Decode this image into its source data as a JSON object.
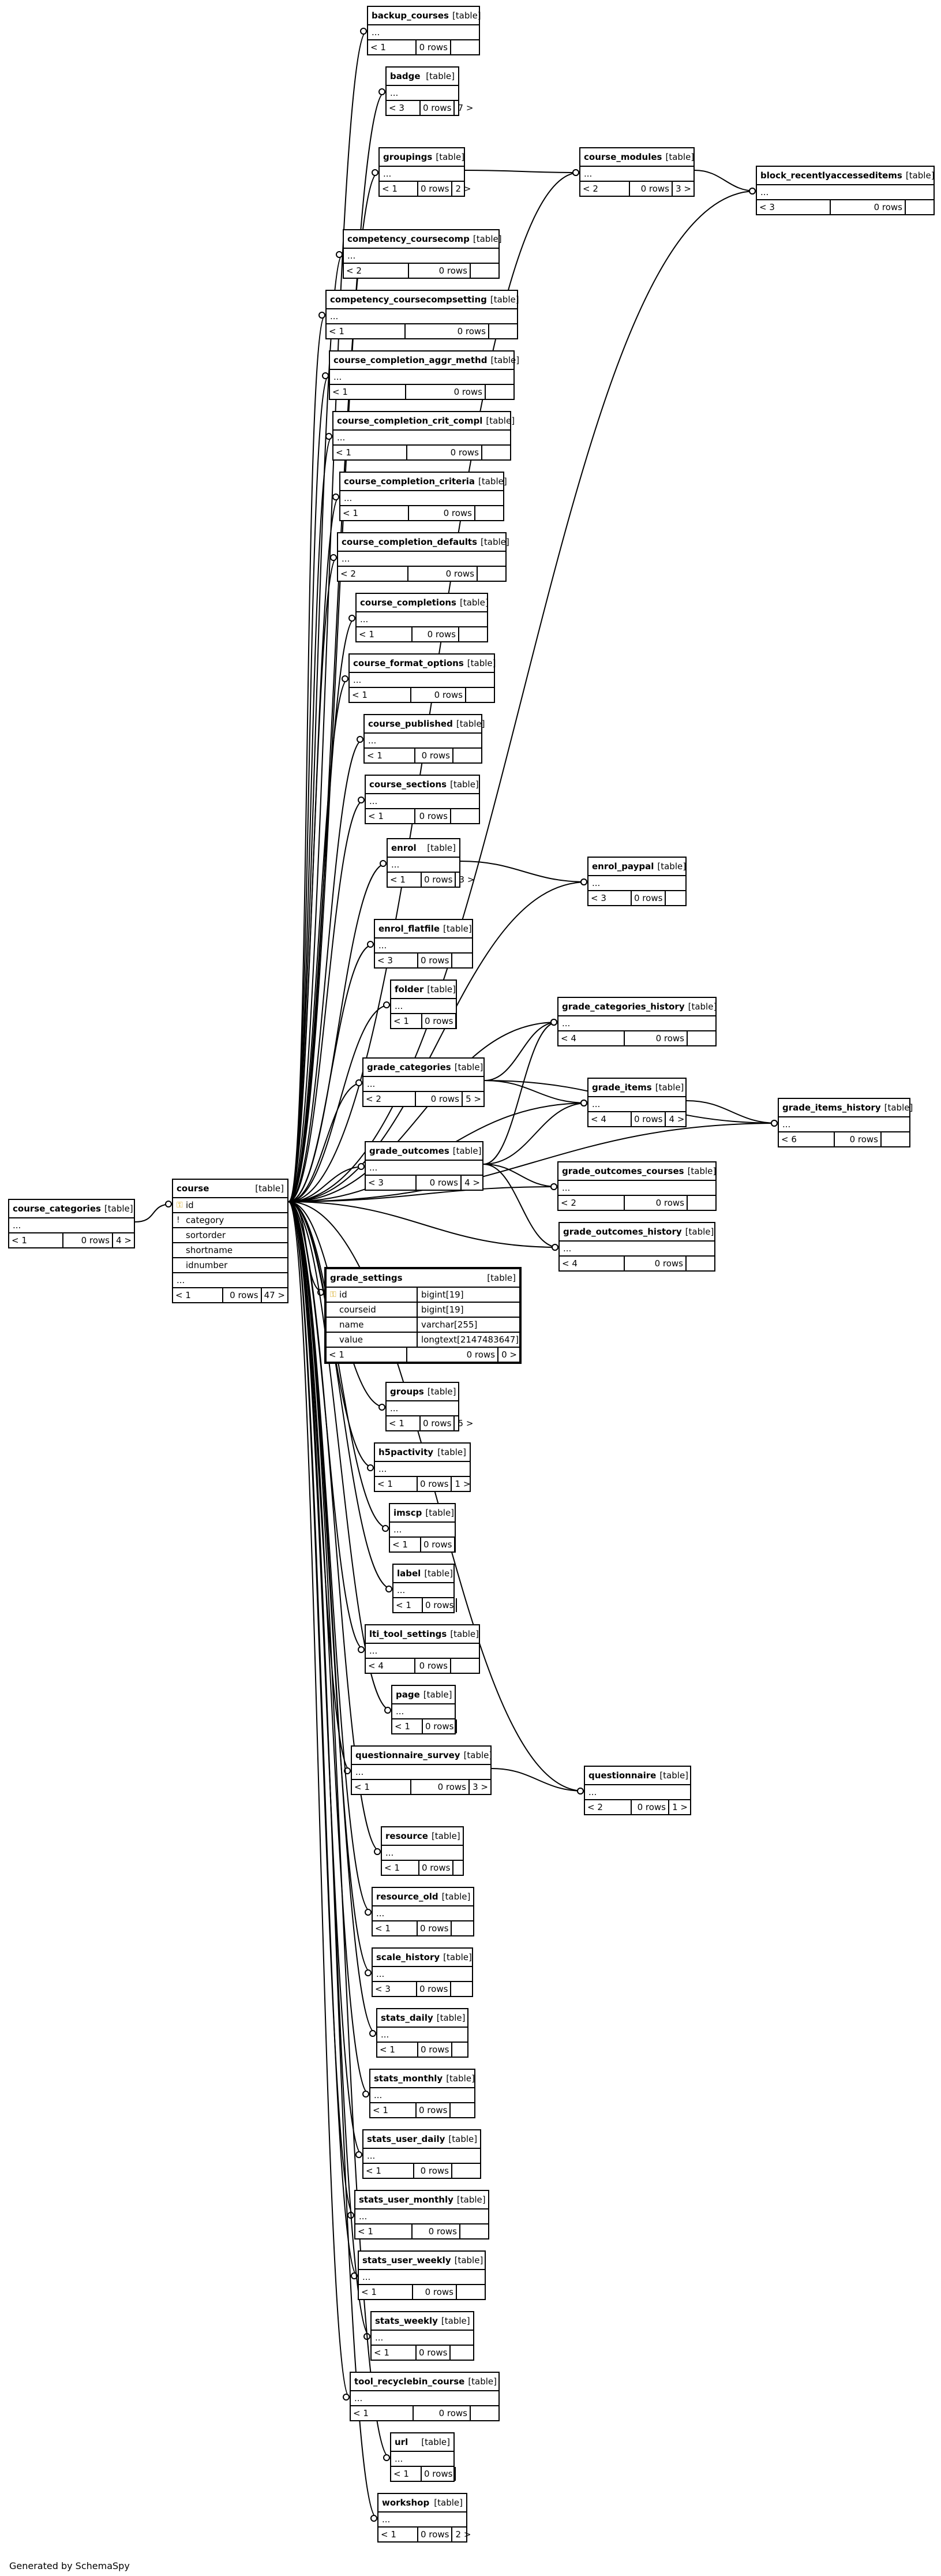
{
  "footer": "Generated by SchemaSpy",
  "colors": {
    "line": "#000000",
    "key_icon": "#d4a514",
    "background": "#ffffff"
  },
  "type_label": "[table]",
  "tables": {
    "backup_courses": {
      "name": "backup_courses",
      "parents": "< 1",
      "rows": "0 rows",
      "children": ""
    },
    "badge": {
      "name": "badge",
      "parents": "< 3",
      "rows": "0 rows",
      "children": "7 >"
    },
    "groupings": {
      "name": "groupings",
      "parents": "< 1",
      "rows": "0 rows",
      "children": "2 >"
    },
    "course_modules": {
      "name": "course_modules",
      "parents": "< 2",
      "rows": "0 rows",
      "children": "3 >"
    },
    "block_recentlyaccesseditems": {
      "name": "block_recentlyaccesseditems",
      "parents": "< 3",
      "rows": "0 rows",
      "children": ""
    },
    "competency_coursecomp": {
      "name": "competency_coursecomp",
      "parents": "< 2",
      "rows": "0 rows",
      "children": ""
    },
    "competency_coursecompsetting": {
      "name": "competency_coursecompsetting",
      "parents": "< 1",
      "rows": "0 rows",
      "children": ""
    },
    "course_completion_aggr_methd": {
      "name": "course_completion_aggr_methd",
      "parents": "< 1",
      "rows": "0 rows",
      "children": ""
    },
    "course_completion_crit_compl": {
      "name": "course_completion_crit_compl",
      "parents": "< 1",
      "rows": "0 rows",
      "children": ""
    },
    "course_completion_criteria": {
      "name": "course_completion_criteria",
      "parents": "< 1",
      "rows": "0 rows",
      "children": ""
    },
    "course_completion_defaults": {
      "name": "course_completion_defaults",
      "parents": "< 2",
      "rows": "0 rows",
      "children": ""
    },
    "course_completions": {
      "name": "course_completions",
      "parents": "< 1",
      "rows": "0 rows",
      "children": ""
    },
    "course_format_options": {
      "name": "course_format_options",
      "parents": "< 1",
      "rows": "0 rows",
      "children": ""
    },
    "course_published": {
      "name": "course_published",
      "parents": "< 1",
      "rows": "0 rows",
      "children": ""
    },
    "course_sections": {
      "name": "course_sections",
      "parents": "< 1",
      "rows": "0 rows",
      "children": ""
    },
    "enrol": {
      "name": "enrol",
      "parents": "< 1",
      "rows": "0 rows",
      "children": "3 >"
    },
    "enrol_paypal": {
      "name": "enrol_paypal",
      "parents": "< 3",
      "rows": "0 rows",
      "children": ""
    },
    "enrol_flatfile": {
      "name": "enrol_flatfile",
      "parents": "< 3",
      "rows": "0 rows",
      "children": ""
    },
    "folder": {
      "name": "folder",
      "parents": "< 1",
      "rows": "0 rows",
      "children": ""
    },
    "grade_categories_history": {
      "name": "grade_categories_history",
      "parents": "< 4",
      "rows": "0 rows",
      "children": ""
    },
    "grade_categories": {
      "name": "grade_categories",
      "parents": "< 2",
      "rows": "0 rows",
      "children": "5 >"
    },
    "grade_items": {
      "name": "grade_items",
      "parents": "< 4",
      "rows": "0 rows",
      "children": "4 >"
    },
    "grade_items_history": {
      "name": "grade_items_history",
      "parents": "< 6",
      "rows": "0 rows",
      "children": ""
    },
    "grade_outcomes": {
      "name": "grade_outcomes",
      "parents": "< 3",
      "rows": "0 rows",
      "children": "4 >"
    },
    "grade_outcomes_courses": {
      "name": "grade_outcomes_courses",
      "parents": "< 2",
      "rows": "0 rows",
      "children": ""
    },
    "grade_outcomes_history": {
      "name": "grade_outcomes_history",
      "parents": "< 4",
      "rows": "0 rows",
      "children": ""
    },
    "course_categories": {
      "name": "course_categories",
      "parents": "< 1",
      "rows": "0 rows",
      "children": "4 >"
    },
    "course": {
      "name": "course",
      "parents": "< 1",
      "rows": "0 rows",
      "children": "47 >",
      "columns": [
        "id",
        "category",
        "sortorder",
        "shortname",
        "idnumber"
      ],
      "more": "..."
    },
    "grade_settings": {
      "name": "grade_settings",
      "parents": "< 1",
      "rows": "0 rows",
      "children": "0 >",
      "columns": [
        {
          "name": "id",
          "type": "bigint[19]"
        },
        {
          "name": "courseid",
          "type": "bigint[19]"
        },
        {
          "name": "name",
          "type": "varchar[255]"
        },
        {
          "name": "value",
          "type": "longtext[2147483647]"
        }
      ]
    },
    "groups": {
      "name": "groups",
      "parents": "< 1",
      "rows": "0 rows",
      "children": "5 >"
    },
    "h5pactivity": {
      "name": "h5pactivity",
      "parents": "< 1",
      "rows": "0 rows",
      "children": "1 >"
    },
    "imscp": {
      "name": "imscp",
      "parents": "< 1",
      "rows": "0 rows",
      "children": ""
    },
    "label": {
      "name": "label",
      "parents": "< 1",
      "rows": "0 rows",
      "children": ""
    },
    "lti_tool_settings": {
      "name": "lti_tool_settings",
      "parents": "< 4",
      "rows": "0 rows",
      "children": ""
    },
    "page": {
      "name": "page",
      "parents": "< 1",
      "rows": "0 rows",
      "children": ""
    },
    "questionnaire_survey": {
      "name": "questionnaire_survey",
      "parents": "< 1",
      "rows": "0 rows",
      "children": "3 >"
    },
    "questionnaire": {
      "name": "questionnaire",
      "parents": "< 2",
      "rows": "0 rows",
      "children": "1 >"
    },
    "resource": {
      "name": "resource",
      "parents": "< 1",
      "rows": "0 rows",
      "children": ""
    },
    "resource_old": {
      "name": "resource_old",
      "parents": "< 1",
      "rows": "0 rows",
      "children": ""
    },
    "scale_history": {
      "name": "scale_history",
      "parents": "< 3",
      "rows": "0 rows",
      "children": ""
    },
    "stats_daily": {
      "name": "stats_daily",
      "parents": "< 1",
      "rows": "0 rows",
      "children": ""
    },
    "stats_monthly": {
      "name": "stats_monthly",
      "parents": "< 1",
      "rows": "0 rows",
      "children": ""
    },
    "stats_user_daily": {
      "name": "stats_user_daily",
      "parents": "< 1",
      "rows": "0 rows",
      "children": ""
    },
    "stats_user_monthly": {
      "name": "stats_user_monthly",
      "parents": "< 1",
      "rows": "0 rows",
      "children": ""
    },
    "stats_user_weekly": {
      "name": "stats_user_weekly",
      "parents": "< 1",
      "rows": "0 rows",
      "children": ""
    },
    "stats_weekly": {
      "name": "stats_weekly",
      "parents": "< 1",
      "rows": "0 rows",
      "children": ""
    },
    "tool_recyclebin_course": {
      "name": "tool_recyclebin_course",
      "parents": "< 1",
      "rows": "0 rows",
      "children": ""
    },
    "url": {
      "name": "url",
      "parents": "< 1",
      "rows": "0 rows",
      "children": ""
    },
    "workshop": {
      "name": "workshop",
      "parents": "< 1",
      "rows": "0 rows",
      "children": "2 >"
    }
  },
  "relationships": [
    [
      "course_categories",
      "course"
    ],
    [
      "course",
      "backup_courses"
    ],
    [
      "course",
      "badge"
    ],
    [
      "course",
      "groupings"
    ],
    [
      "course",
      "course_modules"
    ],
    [
      "course",
      "block_recentlyaccesseditems"
    ],
    [
      "course",
      "competency_coursecomp"
    ],
    [
      "course",
      "competency_coursecompsetting"
    ],
    [
      "course",
      "course_completion_aggr_methd"
    ],
    [
      "course",
      "course_completion_crit_compl"
    ],
    [
      "course",
      "course_completion_criteria"
    ],
    [
      "course",
      "course_completion_defaults"
    ],
    [
      "course",
      "course_completions"
    ],
    [
      "course",
      "course_format_options"
    ],
    [
      "course",
      "course_published"
    ],
    [
      "course",
      "course_sections"
    ],
    [
      "course",
      "enrol"
    ],
    [
      "course",
      "enrol_paypal"
    ],
    [
      "course",
      "enrol_flatfile"
    ],
    [
      "course",
      "folder"
    ],
    [
      "course",
      "grade_categories_history"
    ],
    [
      "course",
      "grade_categories"
    ],
    [
      "course",
      "grade_items"
    ],
    [
      "course",
      "grade_items_history"
    ],
    [
      "course",
      "grade_outcomes"
    ],
    [
      "course",
      "grade_outcomes_courses"
    ],
    [
      "course",
      "grade_outcomes_history"
    ],
    [
      "course",
      "grade_settings"
    ],
    [
      "course",
      "groups"
    ],
    [
      "course",
      "h5pactivity"
    ],
    [
      "course",
      "imscp"
    ],
    [
      "course",
      "label"
    ],
    [
      "course",
      "lti_tool_settings"
    ],
    [
      "course",
      "page"
    ],
    [
      "course",
      "questionnaire_survey"
    ],
    [
      "course",
      "questionnaire"
    ],
    [
      "course",
      "resource"
    ],
    [
      "course",
      "resource_old"
    ],
    [
      "course",
      "scale_history"
    ],
    [
      "course",
      "stats_daily"
    ],
    [
      "course",
      "stats_monthly"
    ],
    [
      "course",
      "stats_user_daily"
    ],
    [
      "course",
      "stats_user_monthly"
    ],
    [
      "course",
      "stats_user_weekly"
    ],
    [
      "course",
      "stats_weekly"
    ],
    [
      "course",
      "tool_recyclebin_course"
    ],
    [
      "course",
      "url"
    ],
    [
      "course",
      "workshop"
    ],
    [
      "groupings",
      "course_modules"
    ],
    [
      "course_modules",
      "block_recentlyaccesseditems"
    ],
    [
      "enrol",
      "enrol_paypal"
    ],
    [
      "grade_categories",
      "grade_categories_history"
    ],
    [
      "grade_categories",
      "grade_items"
    ],
    [
      "grade_categories",
      "grade_items_history"
    ],
    [
      "grade_outcomes",
      "grade_categories_history"
    ],
    [
      "grade_outcomes",
      "grade_items"
    ],
    [
      "grade_outcomes",
      "grade_outcomes_courses"
    ],
    [
      "grade_outcomes",
      "grade_outcomes_history"
    ],
    [
      "grade_items",
      "grade_items_history"
    ],
    [
      "questionnaire_survey",
      "questionnaire"
    ]
  ]
}
